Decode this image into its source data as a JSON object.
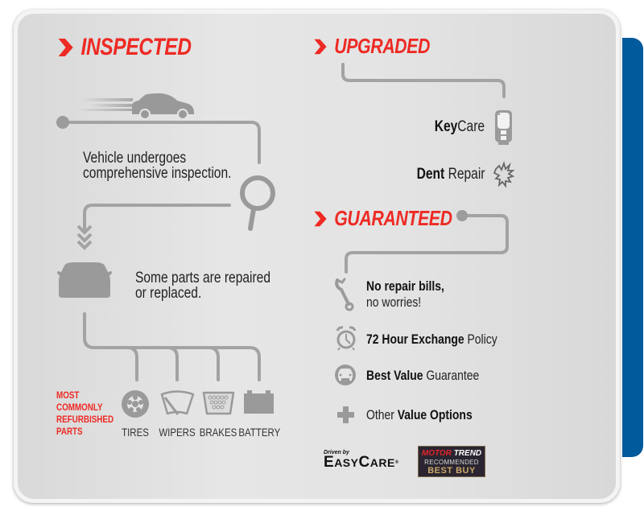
{
  "colors": {
    "accent_red": "#ee2a24",
    "icon_gray": "#9a9a9a",
    "line_gray": "#a3a3a3",
    "blue_tab": "#005a9c",
    "text_dark": "#222222"
  },
  "inspected": {
    "heading": "INSPECTED",
    "step1_line1": "Vehicle undergoes",
    "step1_line2": "comprehensive inspection.",
    "step2_line1": "Some parts are repaired",
    "step2_line2": "or replaced.",
    "refurb_label": [
      "MOST",
      "COMMONLY",
      "REFURBISHED",
      "PARTS"
    ],
    "parts": [
      {
        "label": "TIRES",
        "icon": "tire-icon"
      },
      {
        "label": "WIPERS",
        "icon": "wiper-icon"
      },
      {
        "label": "BRAKES",
        "icon": "brake-pedal-icon"
      },
      {
        "label": "BATTERY",
        "icon": "battery-icon"
      }
    ]
  },
  "upgraded": {
    "heading": "UPGRADED",
    "items": [
      {
        "bold": "Key",
        "regular": "Care",
        "icon": "key-fob-icon"
      },
      {
        "bold": "Dent",
        "regular": " Repair",
        "icon": "dent-icon"
      }
    ]
  },
  "guaranteed": {
    "heading": "GUARANTEED",
    "items": [
      {
        "bold": "No repair bills,",
        "regular": "no worries!",
        "icon": "wrench-icon"
      },
      {
        "bold": "72 Hour Exchange",
        "regular": " Policy",
        "icon": "alarm-clock-icon"
      },
      {
        "bold": "Best Value",
        "regular": " Guarantee",
        "icon": "car-badge-icon"
      },
      {
        "regular": "Other ",
        "bold": "Value Options",
        "icon": "plus-icon"
      }
    ]
  },
  "footer": {
    "driven_by": "Driven by",
    "easycare_brand_1": "E",
    "easycare_brand_2": "ASY",
    "easycare_brand_3": "C",
    "easycare_brand_4": "ARE",
    "easycare_reg": "®",
    "motortrend_1": "MOTOR",
    "motortrend_2": "TREND",
    "motortrend_recommended": "RECOMMENDED",
    "motortrend_best_buy": "BEST BUY"
  }
}
